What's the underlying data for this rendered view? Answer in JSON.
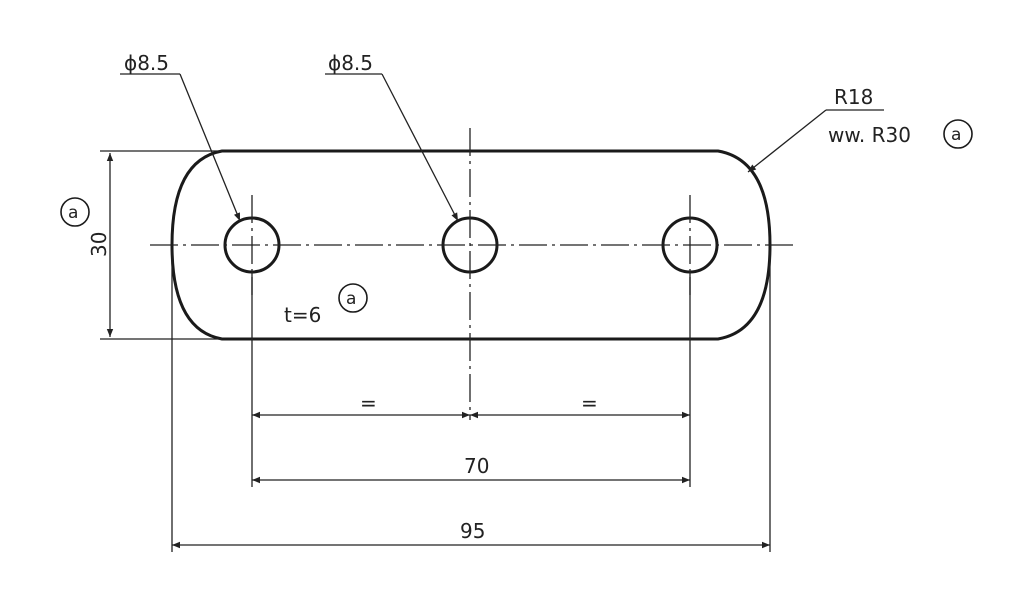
{
  "drawing": {
    "hole_left_label": "ϕ8.5",
    "hole_mid_label": "ϕ8.5",
    "radius_label": "R18",
    "radius_alt_label": "ww. R30",
    "height_label": "30",
    "thickness_label": "t=6",
    "equal_left_label": "=",
    "equal_right_label": "=",
    "pitch_label": "70",
    "overall_label": "95",
    "callout_letter_radius": "a",
    "callout_letter_height": "a",
    "callout_letter_thickness": "a"
  }
}
